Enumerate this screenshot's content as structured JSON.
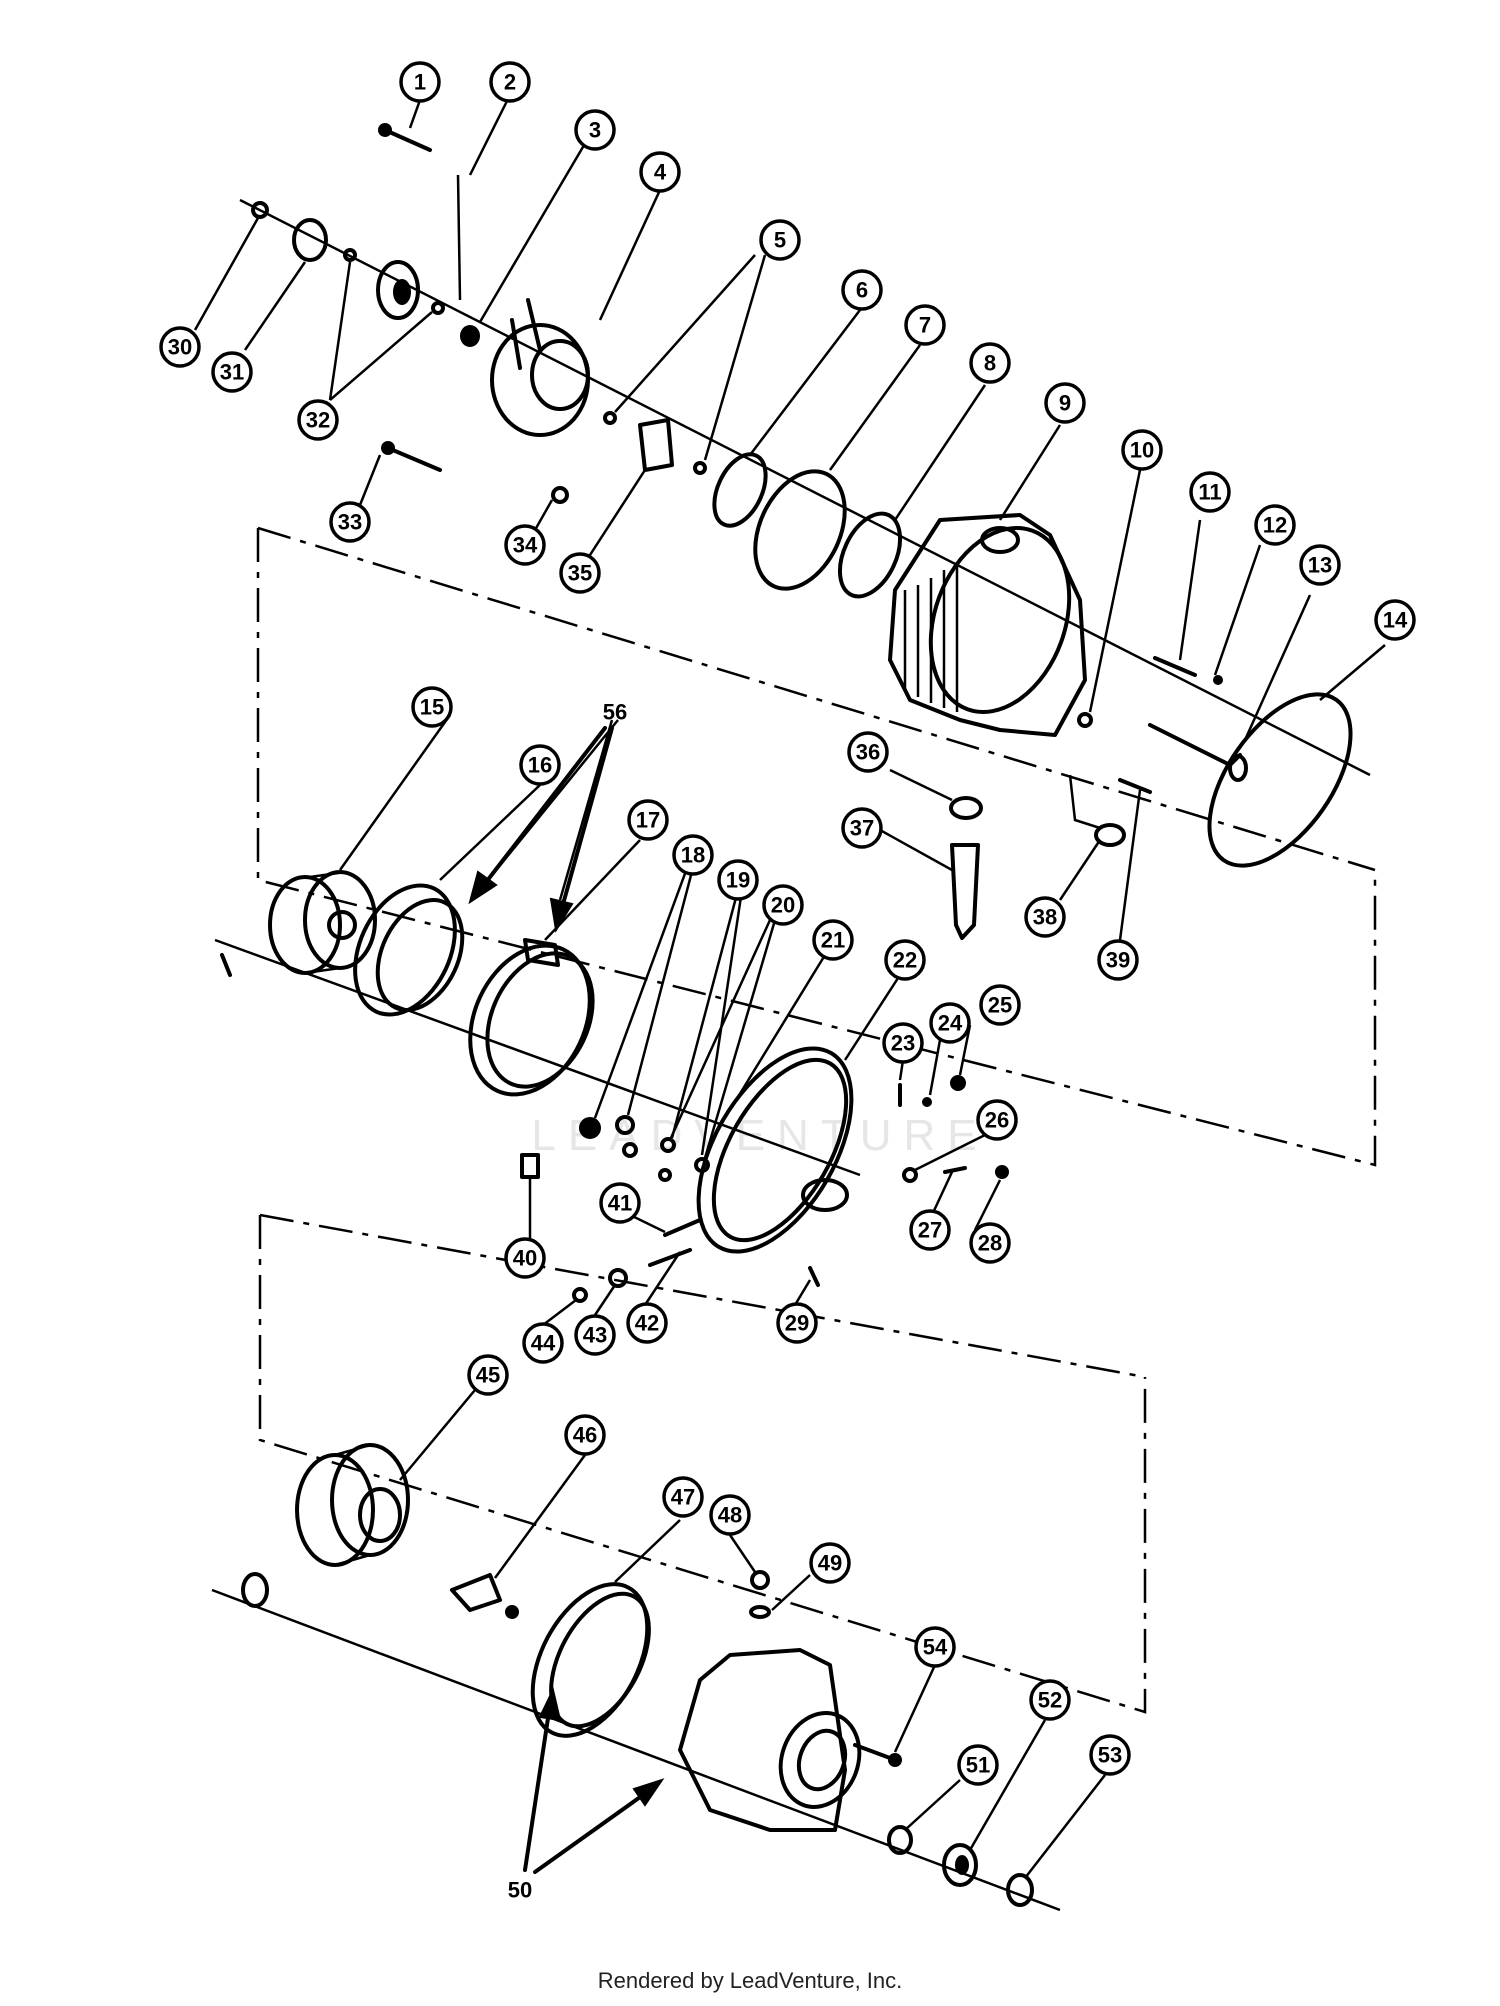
{
  "footer": "Rendered by LeadVenture, Inc.",
  "watermark": "LEADVENTURE",
  "callouts": [
    "1",
    "2",
    "3",
    "4",
    "5",
    "6",
    "7",
    "8",
    "9",
    "10",
    "11",
    "12",
    "13",
    "14",
    "15",
    "16",
    "17",
    "18",
    "19",
    "20",
    "21",
    "22",
    "23",
    "24",
    "25",
    "26",
    "27",
    "28",
    "29",
    "30",
    "31",
    "32",
    "33",
    "34",
    "35",
    "36",
    "37",
    "38",
    "39",
    "40",
    "41",
    "42",
    "43",
    "44",
    "45",
    "46",
    "47",
    "48",
    "49",
    "51",
    "52",
    "53",
    "54"
  ],
  "groups": [
    "56",
    "50"
  ]
}
